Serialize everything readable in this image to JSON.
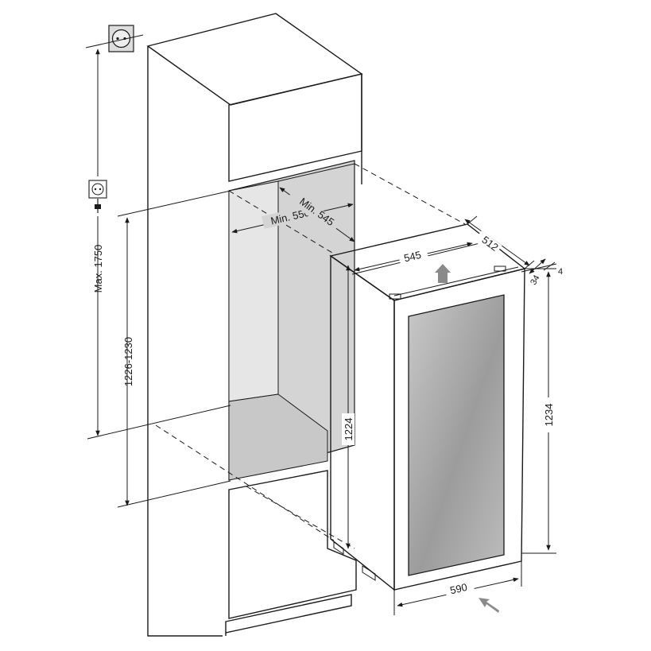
{
  "dimensions": {
    "max_height": "Max. 1750",
    "niche_height": "1226-1230",
    "min_width": "Min. 550",
    "min_depth": "Min. 545",
    "appliance_height_side": "1224",
    "appliance_height_front": "1234",
    "appliance_width_front": "590",
    "appliance_top_width": "545",
    "appliance_depth": "512",
    "offset_34": "34",
    "offset_4": "4"
  },
  "colors": {
    "niche_fill": "#d4d4d4",
    "glass_fill": "#a8a8a8",
    "arrow_fill": "#8a8a8a",
    "line": "#1a1a1a"
  },
  "icons": [
    "power-socket-icon",
    "power-socket-small-icon",
    "plug-icon",
    "up-arrow-icon",
    "front-arrow-icon"
  ]
}
